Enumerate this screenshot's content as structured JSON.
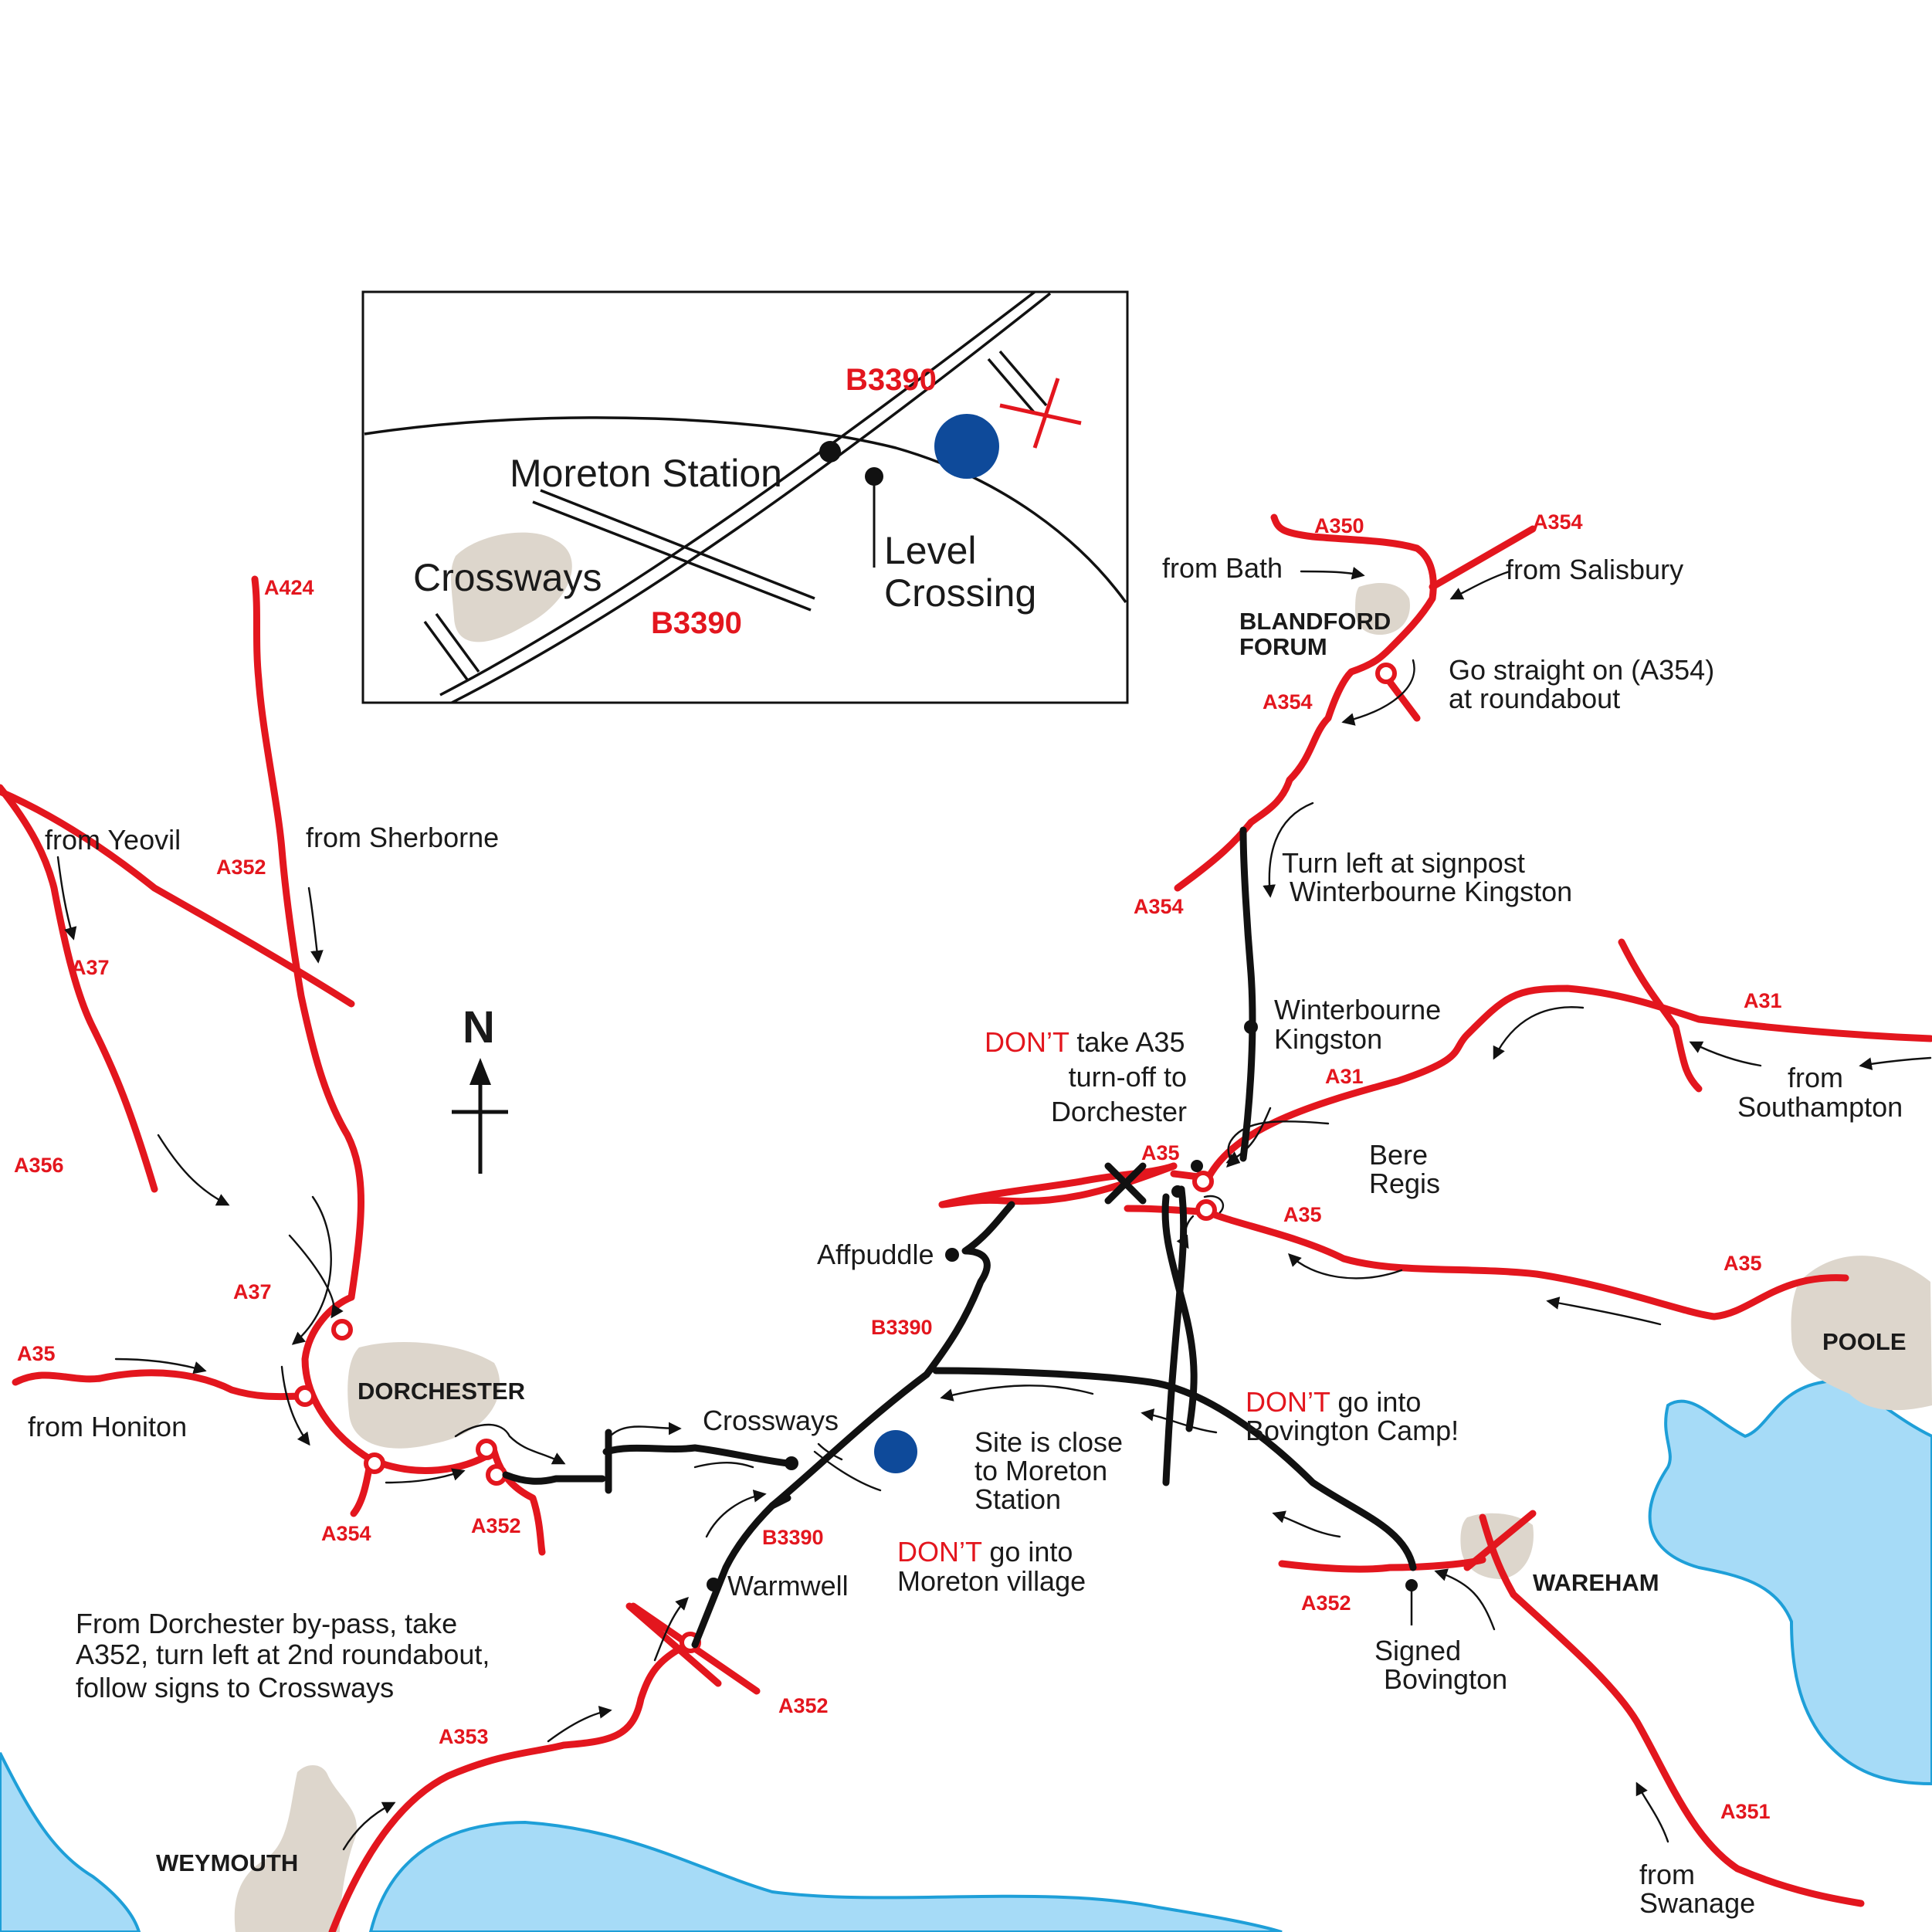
{
  "colors": {
    "road_red": "#e3161e",
    "road_black": "#111111",
    "town_area": "#ddd6cc",
    "sea": "#a6dbf7",
    "coast": "#1e9fd8",
    "site_marker": "#0e4a9a"
  },
  "inset": {
    "road_label_top": "B3390",
    "road_label_bottom": "B3390",
    "station_label": "Moreton Station",
    "level_crossing_line1": "Level",
    "level_crossing_line2": "Crossing",
    "crossways_label": "Crossways"
  },
  "north_label": "N",
  "roads": {
    "a424": "A424",
    "a352_north": "A352",
    "a37_north": "A37",
    "a356": "A356",
    "a37_south": "A37",
    "a35_west": "A35",
    "a354_dorchester": "A354",
    "a352_dorchester": "A352",
    "b3390_affpuddle": "B3390",
    "b3390_warmwell": "B3390",
    "a352_warmwell": "A352",
    "a353": "A353",
    "a350": "A350",
    "a354_salisbury": "A354",
    "a354_blandford_south": "A354",
    "a354_lower": "A354",
    "a31_east": "A31",
    "a31_bere": "A31",
    "a35_bere_north": "A35",
    "a35_bere_south": "A35",
    "a35_poole": "A35",
    "a352_wareham": "A352",
    "a351": "A351"
  },
  "towns": {
    "dorchester": "DORCHESTER",
    "blandford_line1": "BLANDFORD",
    "blandford_line2": "FORUM",
    "poole": "POOLE",
    "wareham": "WAREHAM",
    "weymouth": "WEYMOUTH"
  },
  "places": {
    "crossways": "Crossways",
    "affpuddle": "Affpuddle",
    "warmwell": "Warmwell",
    "winterbourne_line1": "Winterbourne",
    "winterbourne_line2": "Kingston",
    "bere_line1": "Bere",
    "bere_line2": "Regis"
  },
  "directions": {
    "from_yeovil": "from Yeovil",
    "from_sherborne": "from Sherborne",
    "from_honiton": "from Honiton",
    "from_bath": "from Bath",
    "from_salisbury": "from Salisbury",
    "from_southampton_line1": "from",
    "from_southampton_line2": "Southampton",
    "from_swanage_line1": "from",
    "from_swanage_line2": "Swanage",
    "go_straight_line1": "Go straight on (A354)",
    "go_straight_line2": "at roundabout",
    "turn_left_line1": "Turn left at signpost",
    "turn_left_line2": "Winterbourne Kingston",
    "signed_line1": "Signed",
    "signed_line2": "Bovington",
    "site_line1": "Site is close",
    "site_line2": "to Moreton",
    "site_line3": "Station",
    "dorchester_line1": "From Dorchester by-pass, take",
    "dorchester_line2": "A352, turn left at 2nd roundabout,",
    "dorchester_line3": "follow signs to  Crossways"
  },
  "warnings": {
    "a35_dont": "DON’T",
    "a35_rest1": " take A35",
    "a35_line2": "turn-off to",
    "a35_line3": "Dorchester",
    "bovington_dont": "DON’T",
    "bovington_rest1": " go into",
    "bovington_line2": "Bovington Camp!",
    "moreton_dont": "DON’T",
    "moreton_rest1": " go into",
    "moreton_line2": "Moreton village"
  }
}
